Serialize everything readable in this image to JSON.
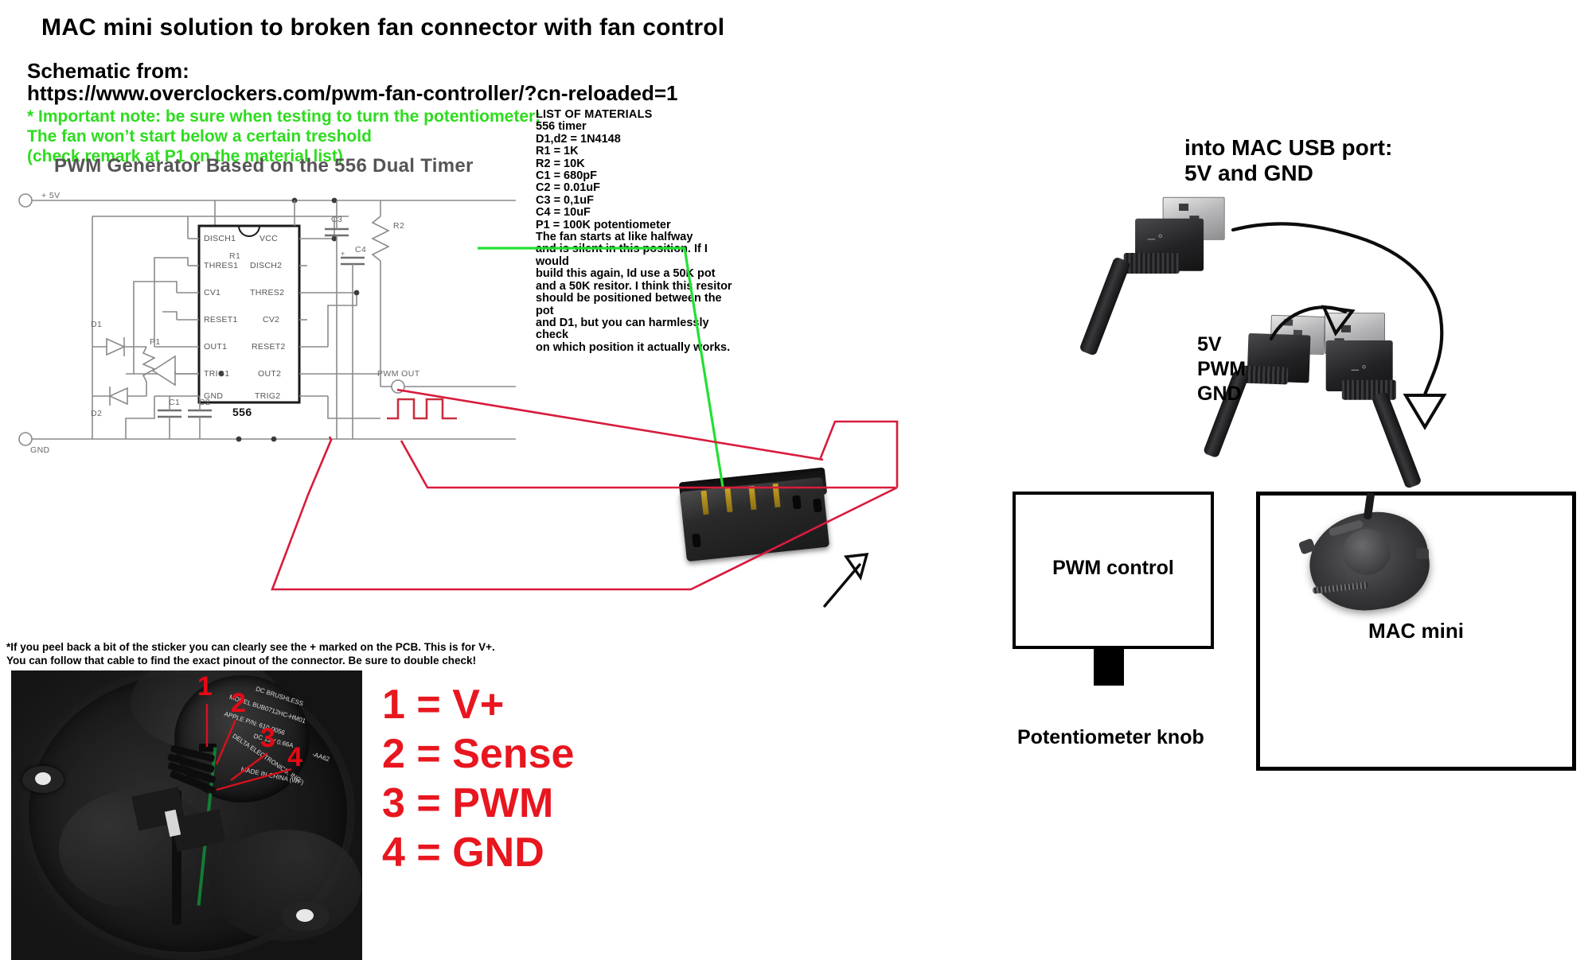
{
  "doc": {
    "title": "MAC mini solution to broken fan connector with fan control",
    "schematic_from_label": "Schematic from:",
    "schematic_url": "https://www.overclockers.com/pwm-fan-controller/?cn-reloaded=1",
    "note_line1": "* Important note: be sure when testing to turn the potentiometer;",
    "note_line2": "The fan won’t start below a certain treshold",
    "note_line3": "(check remark at P1 on the material list)",
    "note_color": "#2ddc1e",
    "footnote_line1": "*If you peel back a bit of the sticker you can clearly see the + marked on the PCB. This is for V+.",
    "footnote_line2": "You can follow that cable to find the exact pinout of the connector. Be sure to double check!"
  },
  "materials": {
    "heading": "LIST OF MATERIALS",
    "items": [
      "556 timer",
      "D1,d2 = 1N4148",
      "R1 = 1K",
      "R2 = 10K",
      "C1 = 680pF",
      "C2 = 0.01uF",
      "C3 = 0,1uF",
      "C4 = 10uF",
      "P1 = 100K potentiometer",
      "The fan starts at like halfway",
      "and is silent in this position. If I would",
      "build this again, Id use a 50K pot",
      "and a 50K resitor. I think this resitor",
      "should be positioned between the pot",
      "and D1, but you can harmlessly check",
      "on which position it actually works."
    ]
  },
  "schematic": {
    "title": "PWM Generator Based on the 556 Dual Timer",
    "ic_name": "556",
    "terminals": {
      "supply": "+ 5V",
      "ground": "GND",
      "output": "PWM OUT"
    },
    "pins_left": [
      "DISCH1",
      "THRES1",
      "CV1",
      "RESET1",
      "OUT1",
      "TRIG1",
      "GND"
    ],
    "pins_right": [
      "VCC",
      "DISCH2",
      "THRES2",
      "CV2",
      "RESET2",
      "OUT2",
      "TRIG2"
    ],
    "components": [
      "R1",
      "R2",
      "C1",
      "C2",
      "C3",
      "C4",
      "D1",
      "D2",
      "P1"
    ],
    "waveform_color": "#c9303f",
    "callout_color": "#d81b3c",
    "highlight_color": "#22e033"
  },
  "fan_photo": {
    "sticker": [
      "DC  BRUSHLESS",
      "MODEL  BUB0712HC-HM01",
      "APPLE P/N: 610-0056",
      "DC 12V     0.66A",
      "DELTA ELECTRONICS, INC.",
      "MADE IN CHINA   (WF)",
      "-AA62"
    ],
    "wire_numbers": [
      "1",
      "2",
      "3",
      "4"
    ],
    "number_color": "#e50914"
  },
  "pinout_legend": {
    "color": "#e8161f",
    "rows": [
      {
        "num": "1",
        "eq": "=",
        "signal": "V+"
      },
      {
        "num": "2",
        "eq": "=",
        "signal": "Sense"
      },
      {
        "num": "3",
        "eq": "=",
        "signal": "PWM"
      },
      {
        "num": "4",
        "eq": "=",
        "signal": "GND"
      }
    ]
  },
  "right_diagram": {
    "usb_title_line1": "into MAC USB port:",
    "usb_title_line2": "5V and GND",
    "signal_5v": "5V",
    "signal_pwm": "PWM",
    "signal_gnd": "GND",
    "pwm_box_label": "PWM control",
    "mac_box_label": "MAC mini",
    "potentiometer_label": "Potentiometer knob"
  }
}
